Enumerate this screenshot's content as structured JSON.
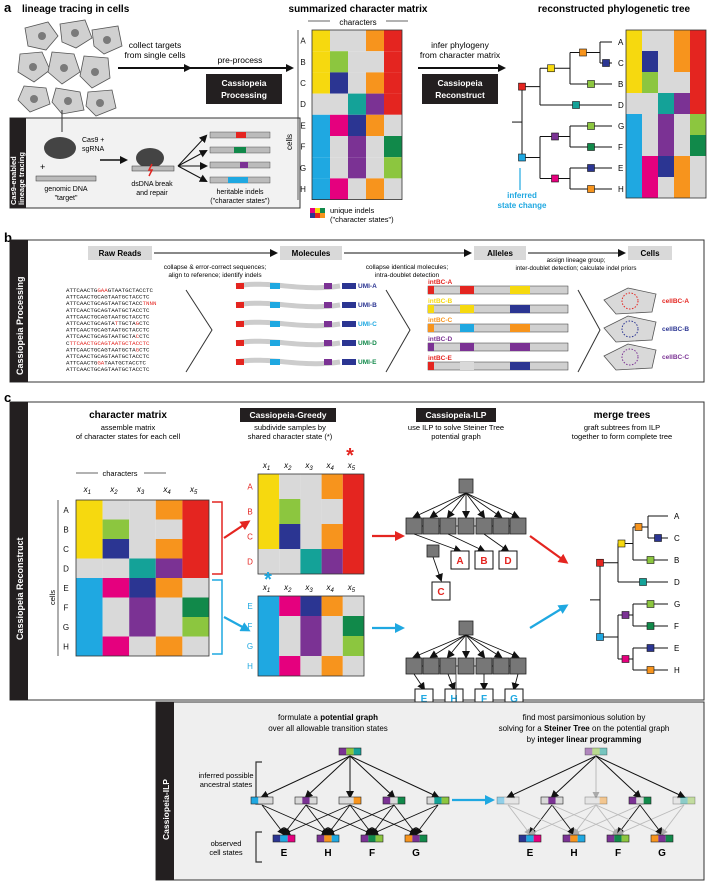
{
  "panel_a": {
    "letter": "a",
    "title_lineage": "lineage tracing in cells",
    "collect": [
      "collect targets",
      "from single cells"
    ],
    "preprocess": "pre-process",
    "proc_box": [
      "Cassiopeia",
      "Processing"
    ],
    "matrix_title": "summarized character matrix",
    "characters": "characters",
    "cells": "cells",
    "rows": [
      "A",
      "B",
      "C",
      "D",
      "E",
      "F",
      "G",
      "H"
    ],
    "infer": [
      "infer phylogeny",
      "from character matrix"
    ],
    "recon_box": [
      "Cassiopeia",
      "Reconstruct"
    ],
    "tree_title": "reconstructed phylogenetic tree",
    "tree_leaves": [
      "A",
      "C",
      "B",
      "D",
      "G",
      "F",
      "E",
      "H"
    ],
    "inferred_change": [
      "inferred",
      "state change"
    ],
    "unique_indels": [
      "unique indels",
      "(\"character states\")"
    ],
    "cas9_side": [
      "Cas9-enabled",
      "lineage tracing"
    ],
    "cas9_label": [
      "Cas9 +",
      "sgRNA"
    ],
    "genomic": [
      "genomic DNA",
      "\"target\""
    ],
    "dsdna": [
      "dsDNA break",
      "and repair"
    ],
    "heritable": [
      "heritable indels",
      "(\"character states\")"
    ],
    "plus": "+"
  },
  "panel_b": {
    "letter": "b",
    "side": "Cassiopeia Processing",
    "stages": [
      "Raw Reads",
      "Molecules",
      "Alleles",
      "Cells"
    ],
    "step1": [
      "collapse & error-correct sequences;",
      "align to reference; identify indels"
    ],
    "step2": [
      "collapse identical molecules;",
      "intra-doublet detection"
    ],
    "step3": [
      "assign lineage group;",
      "inter-doublet detection; calculate indel priors"
    ],
    "reads": [
      [
        "ATTCAACTG",
        "GAA",
        "GTAATGCTACCTC"
      ],
      [
        "ATTCAACTGCAGTAATGCTACCTC",
        "",
        ""
      ],
      [
        "ATTCAACTGCAGTAATGCTACC",
        "TNNN",
        ""
      ],
      [
        "ATTCAACTGCAGTAATGCTACCTC",
        "",
        ""
      ],
      [
        "ATTCAACTGCAGTAATGCTACCTC",
        "",
        ""
      ],
      [
        "ATTCAACTGCAGTA",
        "T",
        "TGCTA",
        "G",
        "CTC"
      ],
      [
        "ATTCAACTGCAGTAATGCTACCTC",
        "",
        ""
      ],
      [
        "ATTCAACTGCAGTAATGCTA",
        "C",
        "CTC"
      ],
      [
        "C",
        "TTCAACTGCAGTAATGCTACCTC",
        ""
      ],
      [
        "ATTCAACTGCAGTAATGCTA",
        "G",
        "CTC"
      ],
      [
        "ATTCAACTGCAGTAATGCTACCTC",
        "",
        ""
      ],
      [
        "ATTCAACTG",
        "GA",
        "TAATGCTACCTC"
      ],
      [
        "ATTCAACTGCAGTAATGCTACCTC",
        "",
        ""
      ]
    ],
    "umis": [
      "UMI-A",
      "UMI-B",
      "UMI-C",
      "UMI-D",
      "UMI-E"
    ],
    "intbcs": [
      "intBC-A",
      "intBC-B",
      "intBC-C",
      "intBC-D",
      "intBC-E"
    ],
    "cellbcs": [
      "cellBC-A",
      "cellBC-B",
      "cellBC-C"
    ]
  },
  "panel_c": {
    "letter": "c",
    "side": "Cassiopeia Reconstruct",
    "cm_title": "character matrix",
    "cm_sub": [
      "assemble matrix",
      "of character states for each cell"
    ],
    "greedy_box": "Cassiopeia-Greedy",
    "greedy_sub": [
      "subdivide samples by",
      "shared character state (*)"
    ],
    "ilp_box": "Cassiopeia-ILP",
    "ilp_sub": [
      "use ILP to solve Steiner Tree",
      "potential graph"
    ],
    "merge_title": "merge trees",
    "merge_sub": [
      "graft subtrees from ILP",
      "together to form complete tree"
    ],
    "characters": "characters",
    "cells": "cells",
    "x_labels": [
      "x",
      "x",
      "x",
      "x",
      "x"
    ],
    "x_subs": [
      "1",
      "2",
      "3",
      "4",
      "5"
    ],
    "rows": [
      "A",
      "B",
      "C",
      "D",
      "E",
      "F",
      "G",
      "H"
    ],
    "top_rows": [
      "A",
      "B",
      "C",
      "D"
    ],
    "bottom_rows": [
      "E",
      "F",
      "G",
      "H"
    ],
    "ilp_top_leaves": [
      "A",
      "B",
      "D",
      "C"
    ],
    "ilp_bottom_leaves": [
      "E",
      "H",
      "F",
      "G"
    ],
    "merge_leaves": [
      "A",
      "C",
      "B",
      "D",
      "G",
      "F",
      "E",
      "H"
    ],
    "star": "*",
    "ilp_side": "Cassiopeia-ILP",
    "pg_title": [
      "formulate a ",
      "potential graph",
      "over all allowable transition states"
    ],
    "st_title": [
      "find most parsimonious solution by",
      "solving for a ",
      "Steiner Tree",
      " on the potential graph",
      "by ",
      "integer linear programming"
    ],
    "inferred": [
      "inferred possible",
      "ancestral states"
    ],
    "observed": [
      "observed",
      "cell states"
    ],
    "ilp_leaves": [
      "E",
      "H",
      "F",
      "G"
    ]
  },
  "colors": {
    "red": "#e42520",
    "blue": "#1fa8e1",
    "yellow": "#f6d90f",
    "navy": "#2b3592",
    "green": "#11894a",
    "lgreen": "#8cc63f",
    "teal": "#14a298",
    "orange": "#f7941d",
    "purple": "#7b3294",
    "magenta": "#e5007e",
    "gray": "#d9d9d9",
    "dark": "#231f20"
  }
}
